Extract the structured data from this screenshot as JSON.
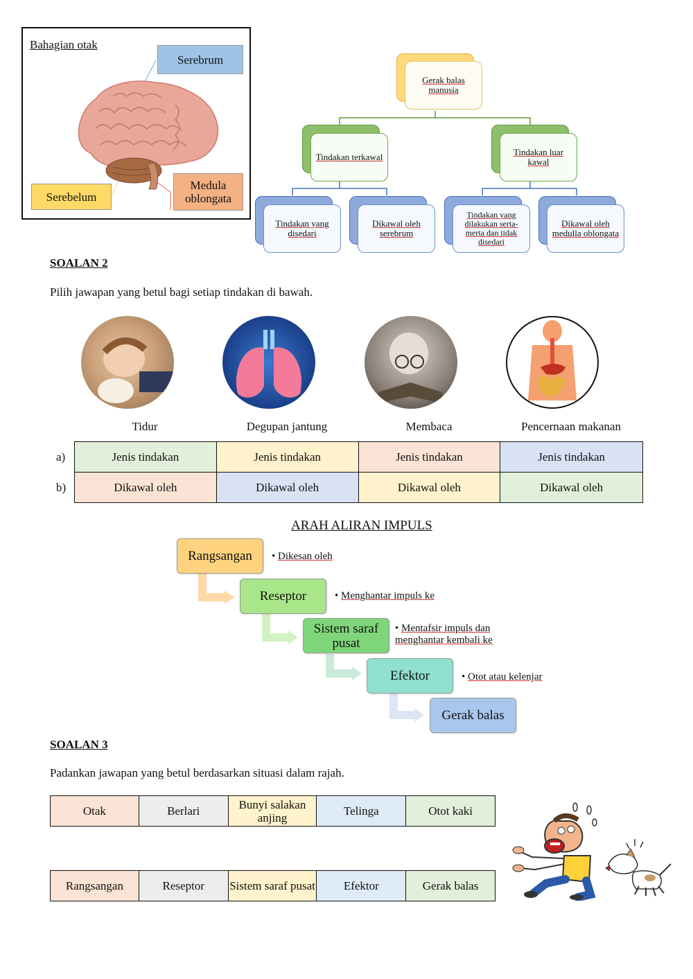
{
  "brain": {
    "title": "Bahagian otak",
    "serebrum": "Serebrum",
    "serebelum": "Serebelum",
    "medula": "Medula oblongata",
    "colors": {
      "serebrum": "#9dc3e6",
      "serebelum": "#ffd966",
      "medula": "#f4b183"
    }
  },
  "hierarchy": {
    "root": "Gerak balas manusia",
    "left": "Tindakan terkawal",
    "right": "Tindakan luar kawal",
    "leaves": [
      "Tindakan yang disedari",
      "Dikawal oleh serebrum",
      "Tindakan yang dilakukan serta-merta dan tidak disedari",
      "Dikawal oleh medulla oblongata"
    ]
  },
  "soalan2": {
    "heading": "SOALAN 2",
    "instruction": "Pilih jawapan yang betul bagi setiap tindakan di bawah.",
    "items": [
      "Tidur",
      "Degupan jantung",
      "Membaca",
      "Pencernaan makanan"
    ],
    "row_a_label": "a)",
    "row_b_label": "b)",
    "row_a": [
      "Jenis tindakan",
      "Jenis tindakan",
      "Jenis tindakan",
      "Jenis tindakan"
    ],
    "row_b": [
      "Dikawal oleh",
      "Dikawal oleh",
      "Dikawal oleh",
      "Dikawal oleh"
    ],
    "colors_a": [
      "#e2efda",
      "#fff2cc",
      "#fbe4d5",
      "#d9e2f3"
    ],
    "colors_b": [
      "#fbe4d5",
      "#d9e2f3",
      "#fff2cc",
      "#e2efda"
    ]
  },
  "impulse": {
    "title": "ARAH ALIRAN IMPULS",
    "steps": [
      "Rangsangan",
      "Reseptor",
      "Sistem saraf pusat",
      "Efektor",
      "Gerak balas"
    ],
    "notes": [
      "Dikesan oleh",
      "Menghantar impuls ke",
      "Mentafsir impuls dan menghantar kembali ke",
      "Otot atau kelenjar"
    ],
    "colors": [
      "#ffd27f",
      "#a9e68a",
      "#7fd67a",
      "#8fe0cf",
      "#a9c6ec"
    ]
  },
  "soalan3": {
    "heading": "SOALAN 3",
    "instruction": "Padankan jawapan yang betul berdasarkan situasi dalam rajah.",
    "row1": [
      "Otak",
      "Berlari",
      "Bunyi salakan anjing",
      "Telinga",
      "Otot kaki"
    ],
    "row2": [
      "Rangsangan",
      "Reseptor",
      "Sistem saraf pusat",
      "Efektor",
      "Gerak balas"
    ],
    "colors": [
      "#fbe4d5",
      "#ededed",
      "#fff2cc",
      "#deebf7",
      "#e2efda"
    ]
  }
}
